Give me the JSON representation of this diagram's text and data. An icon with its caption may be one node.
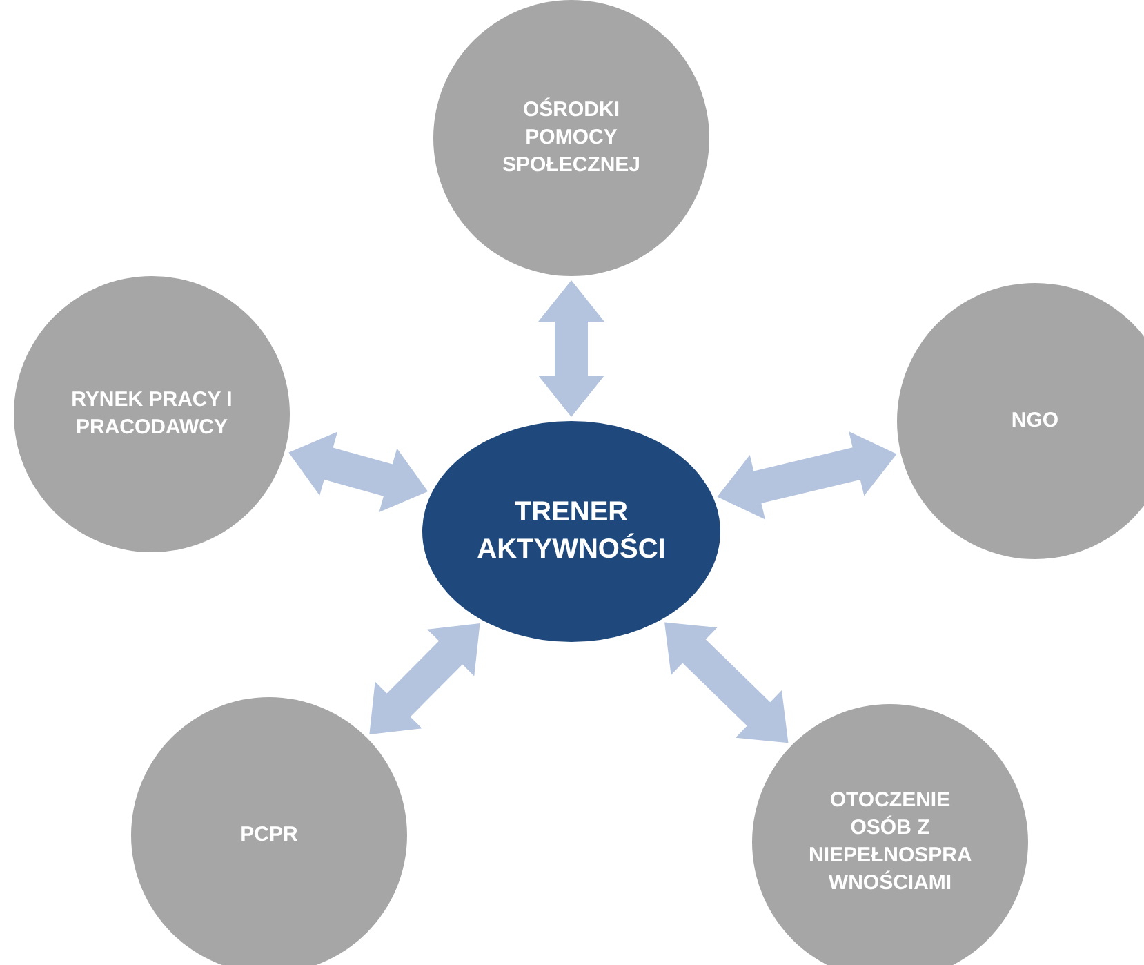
{
  "diagram": {
    "nodes": [
      {
        "text": [
          "OŚRODKI POMOCY SPOŁECZNEJ"
        ]
      },
      {
        "text": [
          "RYNEK PRACY I PRACODAWCY"
        ]
      },
      {
        "text": [
          "NGO"
        ]
      },
      {
        "text": [
          "TRENER AKTYWNOŚCI"
        ]
      },
      {
        "text": [
          "PCPR"
        ]
      },
      {
        "text": [
          "OTOCZENIE OSÓB Z NIEPEŁNOSPRA WNOŚCIAMI"
        ]
      }
    ],
    "edges": [
      {
        "from": 3,
        "to": 0,
        "arrow": "both",
        "style": "thick"
      },
      {
        "from": 3,
        "to": 1,
        "arrow": "both",
        "style": "thick"
      },
      {
        "from": 3,
        "to": 2,
        "arrow": "both",
        "style": "thick"
      },
      {
        "from": 3,
        "to": 4,
        "arrow": "both",
        "style": "thick"
      },
      {
        "from": 3,
        "to": 5,
        "arrow": "both",
        "style": "thick"
      }
    ]
  }
}
